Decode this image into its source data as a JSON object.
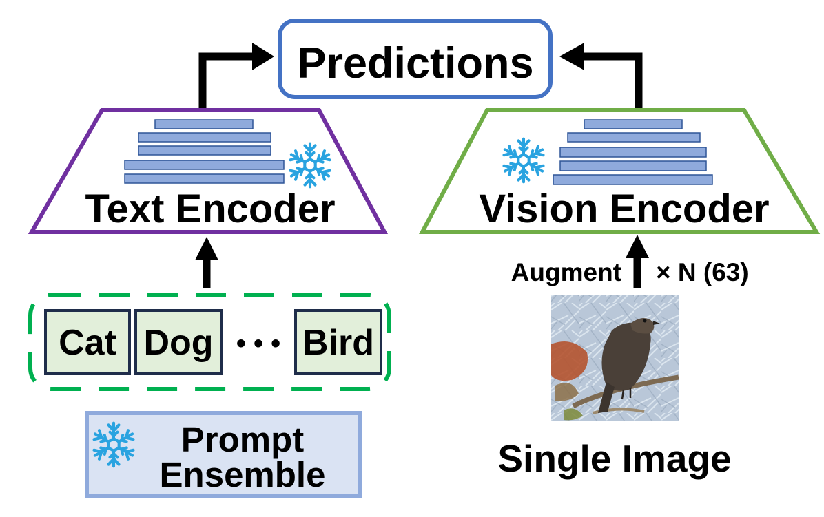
{
  "predictions": {
    "label": "Predictions",
    "border_color": "#4472C4"
  },
  "text_encoder": {
    "label": "Text Encoder",
    "border_color": "#7030A0",
    "frozen_icon": "snowflake-icon"
  },
  "vision_encoder": {
    "label": "Vision Encoder",
    "border_color": "#70AD47",
    "frozen_icon": "snowflake-icon"
  },
  "augment": {
    "label": "Augment",
    "multiplier": "× N (63)"
  },
  "classes": {
    "items": [
      {
        "label": "Cat"
      },
      {
        "label": "Dog"
      },
      {
        "label": "Bird"
      }
    ],
    "ellipsis": "• • •",
    "box_fill": "#E2EFDA",
    "box_border": "#1F2D4A",
    "group_border": "#00B050"
  },
  "prompt_ensemble": {
    "line1": "Prompt",
    "line2": "Ensemble",
    "fill": "#DAE3F3",
    "border_color": "#8FAADC",
    "frozen_icon": "snowflake-icon"
  },
  "input_image": {
    "caption": "Single Image",
    "content_icon": "bird-photo-icon"
  },
  "layer_bar_color": "#8FAADC",
  "snowflake_color": "#29A3E0"
}
